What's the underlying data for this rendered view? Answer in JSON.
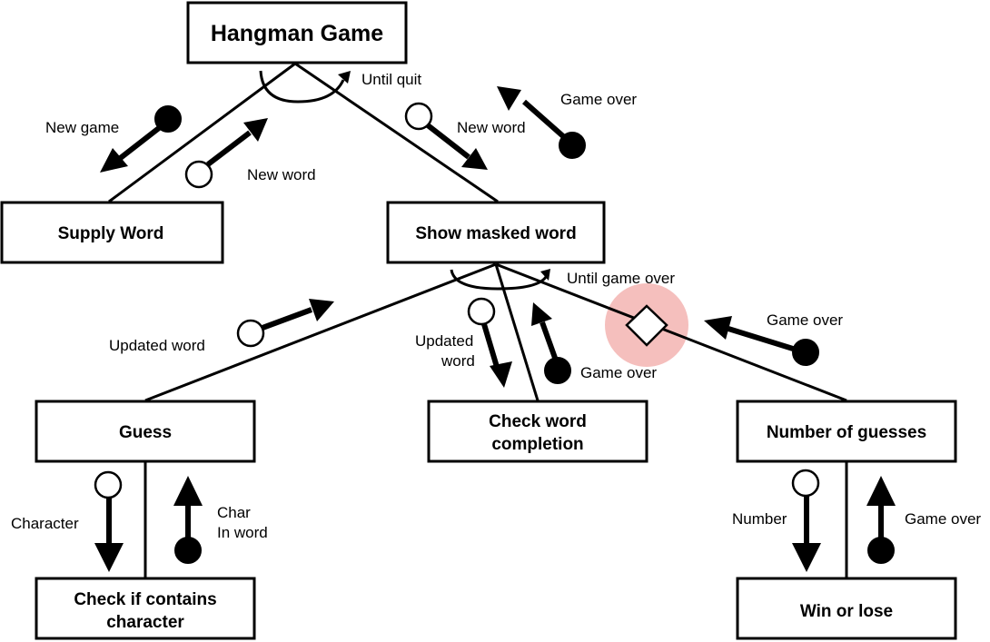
{
  "diagram": {
    "modules": {
      "hangman_game": "Hangman Game",
      "supply_word": "Supply Word",
      "show_masked_word": "Show masked word",
      "guess": "Guess",
      "check_word_completion": [
        "Check word",
        "completion"
      ],
      "number_of_guesses": "Number of guesses",
      "check_if_contains": [
        "Check if contains",
        "character"
      ],
      "win_or_lose": "Win or lose"
    },
    "loops": {
      "top": "Until quit",
      "middle": "Until game over"
    },
    "flows": {
      "new_game": "New game",
      "new_word_up": "New word",
      "new_word_down": "New word",
      "game_over_top": "Game over",
      "updated_word_guess": "Updated word",
      "updated_word_check": [
        "Updated",
        "word"
      ],
      "game_over_check": "Game over",
      "game_over_guesses": "Game over",
      "character": "Character",
      "char_in_word": [
        "Char",
        "In word"
      ],
      "number": "Number",
      "game_over_bottom": "Game over"
    },
    "colors": {
      "highlight": "#f3b4b1",
      "stroke": "#000000",
      "background": "#ffffff"
    }
  }
}
